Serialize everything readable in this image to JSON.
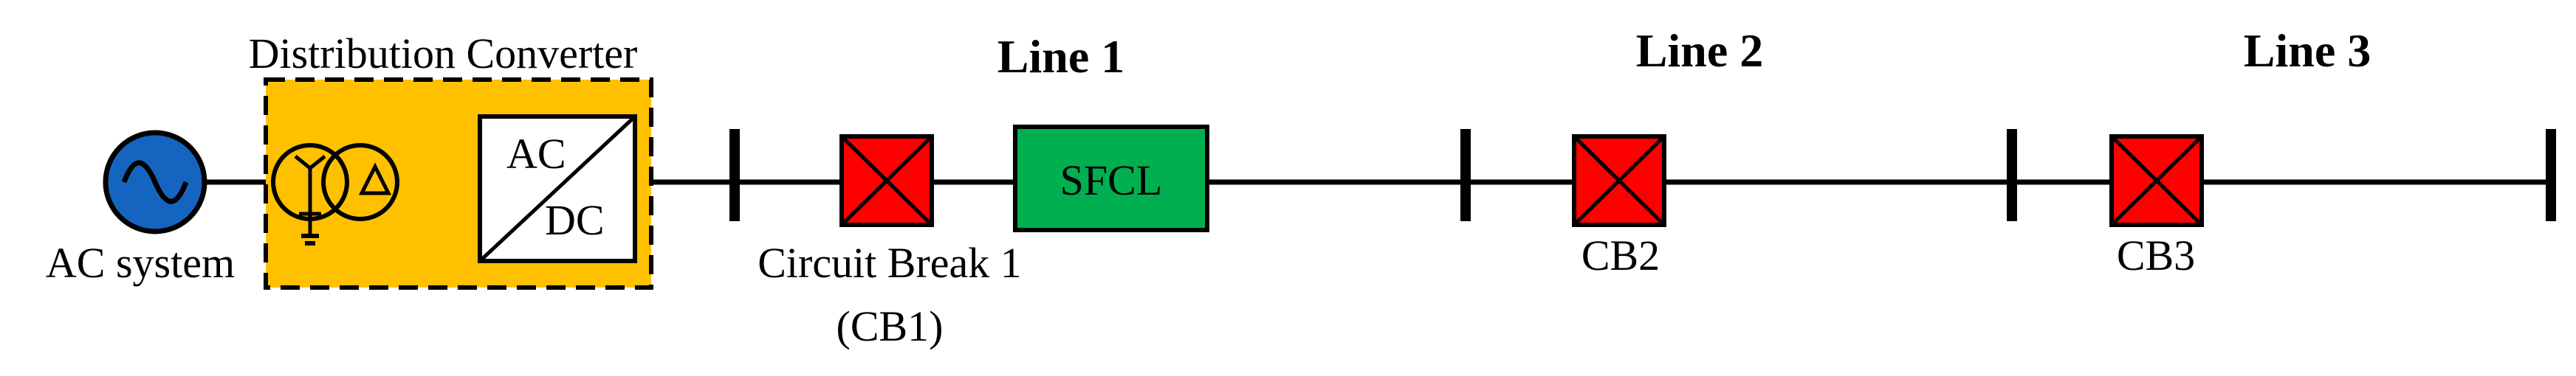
{
  "labels": {
    "distribution_converter": "Distribution Converter",
    "ac_system": "AC system",
    "ac": "AC",
    "dc": "DC",
    "sfcl": "SFCL",
    "line1": "Line 1",
    "line2": "Line 2",
    "line3": "Line 3",
    "cb1_line1": "Circuit Break 1",
    "cb1_line2": "(CB1)",
    "cb2": "CB2",
    "cb3": "CB3"
  },
  "colors": {
    "ac_source": "#1565c0",
    "converter_box": "#ffc000",
    "breaker": "#ff0000",
    "sfcl": "#00b050",
    "line": "#000000"
  },
  "icons": {
    "ac_source": "sine-wave-icon",
    "transformer": "transformer-icon",
    "converter": "ac-dc-converter-icon",
    "breaker": "x-box-icon"
  }
}
